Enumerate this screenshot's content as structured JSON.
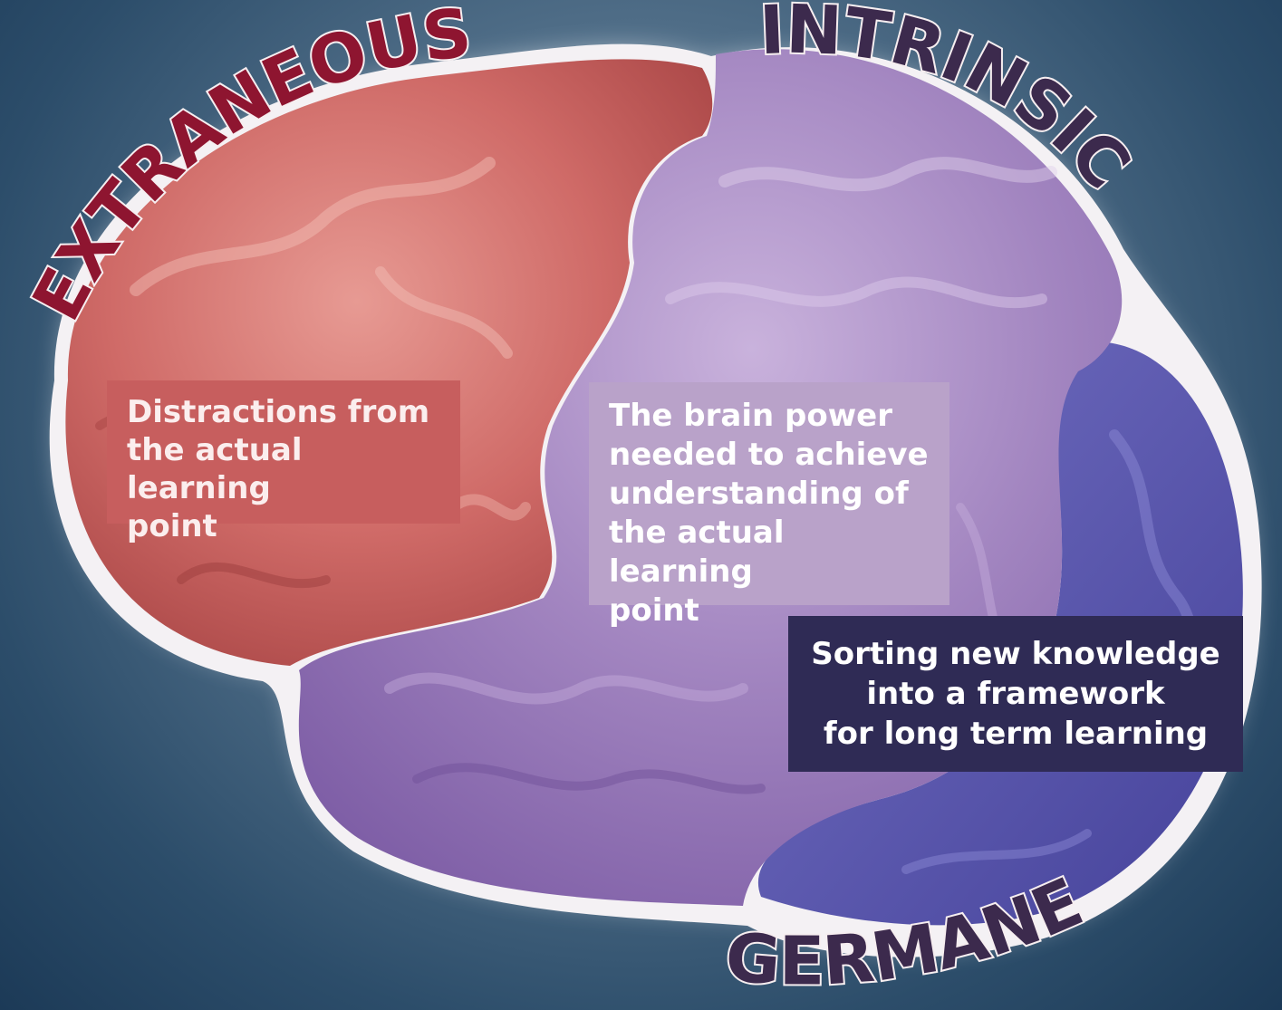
{
  "labels": {
    "extraneous": "EXTRANEOUS",
    "intrinsic": "INTRINSIC",
    "germane": "GERMANE"
  },
  "descriptions": {
    "extraneous": [
      "Distractions from",
      "the actual learning",
      "point"
    ],
    "intrinsic": [
      "The brain power",
      "needed to achieve",
      "understanding of",
      "the actual learning",
      "point"
    ],
    "germane": [
      "Sorting new knowledge",
      "into a framework",
      "for long term learning"
    ]
  },
  "colors": {
    "extraneous_region": "#d06b6b",
    "intrinsic_region": "#9d7cbb",
    "germane_region": "#5b58a8",
    "extraneous_label": "#8e1530",
    "intrinsic_label": "#3c2a4d",
    "germane_label": "#3c2a4d"
  },
  "icons": {
    "illustration": "brain-illustration"
  }
}
